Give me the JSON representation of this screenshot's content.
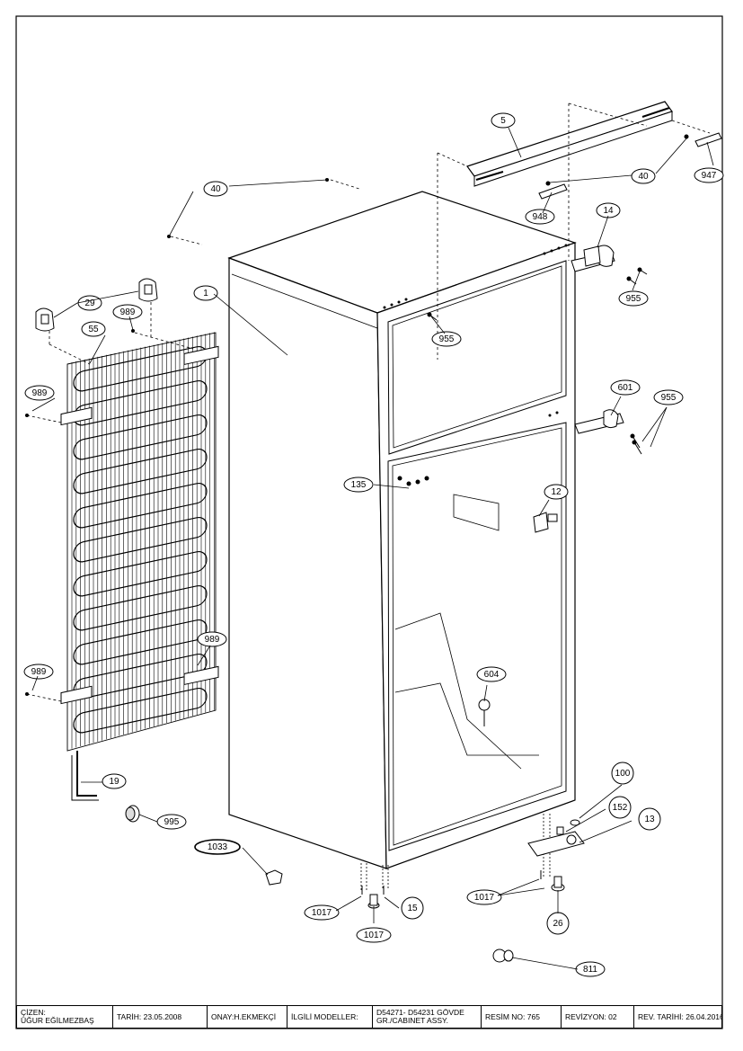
{
  "callouts": [
    "5",
    "40",
    "947",
    "40",
    "948",
    "14",
    "1",
    "29",
    "989",
    "55",
    "955",
    "955",
    "989",
    "601",
    "955",
    "135",
    "12",
    "989",
    "989",
    "604",
    "19",
    "995",
    "100",
    "152",
    "13",
    "1033",
    "1017",
    "1017",
    "15",
    "1017",
    "26",
    "811"
  ],
  "title_block": {
    "drawn_by_label": "ÇİZEN:",
    "drawn_by_name": "ÜĞUR EĞİLMEZBAŞ",
    "date": "TARİH: 23.05.2008",
    "approved": "ONAY:H.EKMEKÇİ",
    "models_label": "İLGİLİ MODELLER:",
    "models_line1": "D54271- D54231 GÖVDE",
    "models_line2": "GR./CABINET ASSY.",
    "drawing_no": "RESİM NO: 765",
    "revision": "REVİZYON:  02",
    "rev_date": "REV. TARİHİ: 26.04.2016"
  }
}
